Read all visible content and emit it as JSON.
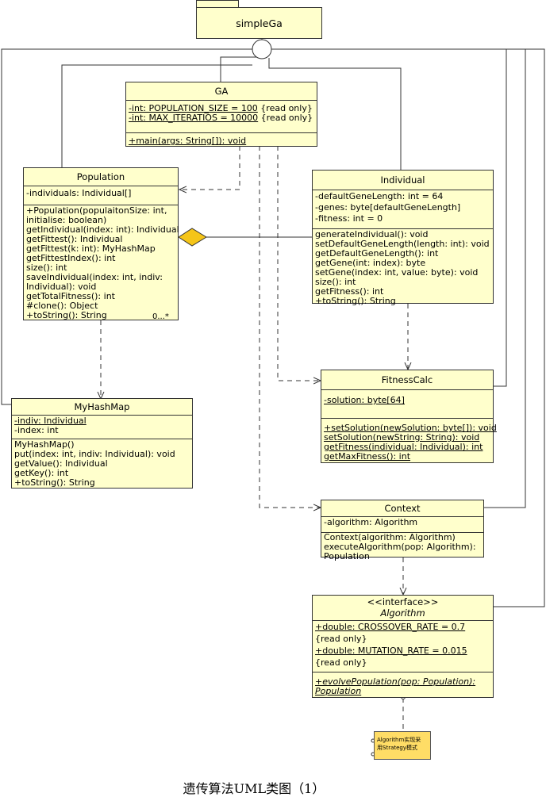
{
  "package": {
    "name": "simpleGa"
  },
  "classes": {
    "ga": {
      "name": "GA",
      "attributes": [
        {
          "text": "-int: POPULATION_SIZE = 100",
          "suffix": " {read only}"
        },
        {
          "text": "-int: MAX_ITERATIOS = 10000",
          "suffix": " {read only}"
        }
      ],
      "methods": [
        "+main(args: String[]): void"
      ]
    },
    "population": {
      "name": "Population",
      "attributes": [
        "-individuals: Individual[]"
      ],
      "methods": [
        "+Population(populaitonSize: int,",
        "initialise: boolean)",
        "getIndividual(index: int): Individual",
        "getFittest(): Individual",
        "getFittest(k: int): MyHashMap",
        "getFittestIndex(): int",
        "size(): int",
        "saveIndividual(index: int, indiv:",
        "Individual): void",
        "getTotalFitness(): int",
        "#clone(): Object",
        "+toString(): String"
      ]
    },
    "individual": {
      "name": "Individual",
      "attributes": [
        "-defaultGeneLength: int = 64",
        "-genes: byte[defaultGeneLength]",
        "-fitness: int = 0"
      ],
      "methods": [
        "generateIndividual(): void",
        "setDefaultGeneLength(length: int): void",
        "getDefaultGeneLength(): int",
        "getGene(int: index): byte",
        "setGene(index: int, value: byte): void",
        "size(): int",
        "getFitness(): int",
        "+toString(): String"
      ]
    },
    "myhashmap": {
      "name": "MyHashMap",
      "attributes": [
        "-indiv: Individual",
        "-index: int"
      ],
      "methods": [
        "MyHashMap()",
        "put(index: int, indiv: Individual): void",
        "getValue(): Individual",
        "getKey(): int",
        "+toString(): String"
      ]
    },
    "fitnesscalc": {
      "name": "FitnessCalc",
      "attributes": [
        "-solution: byte[64]"
      ],
      "methods": [
        "+setSolution(newSolution: byte[]): void",
        "setSolution(newString: String): void",
        "getFitness(individual: Individual): int",
        "getMaxFitness(): int"
      ]
    },
    "context": {
      "name": "Context",
      "attributes": [
        "-algorithm: Algorithm"
      ],
      "methods": [
        "Context(algorithm: Algorithm)",
        "executeAlgorithm(pop: Algorithm):",
        "Population"
      ]
    },
    "algorithm": {
      "stereotype": "<<interface>>",
      "name": "Algorithm",
      "attributes": [
        "+double: CROSSOVER_RATE = 0.7",
        "{read only}",
        "+double: MUTATION_RATE = 0.015",
        "{read only}"
      ],
      "methods": [
        "+evolvePopulation(pop: Population):",
        "Population"
      ]
    }
  },
  "multiplicity": "0...*",
  "note": {
    "line1": "Algorithm实现采",
    "line2": "用Strategy模式"
  },
  "caption": "遗传算法UML类图（1）",
  "colors": {
    "class_fill": "#ffffcc",
    "note_fill": "#ffdd66",
    "diamond_fill": "#f5c518"
  }
}
